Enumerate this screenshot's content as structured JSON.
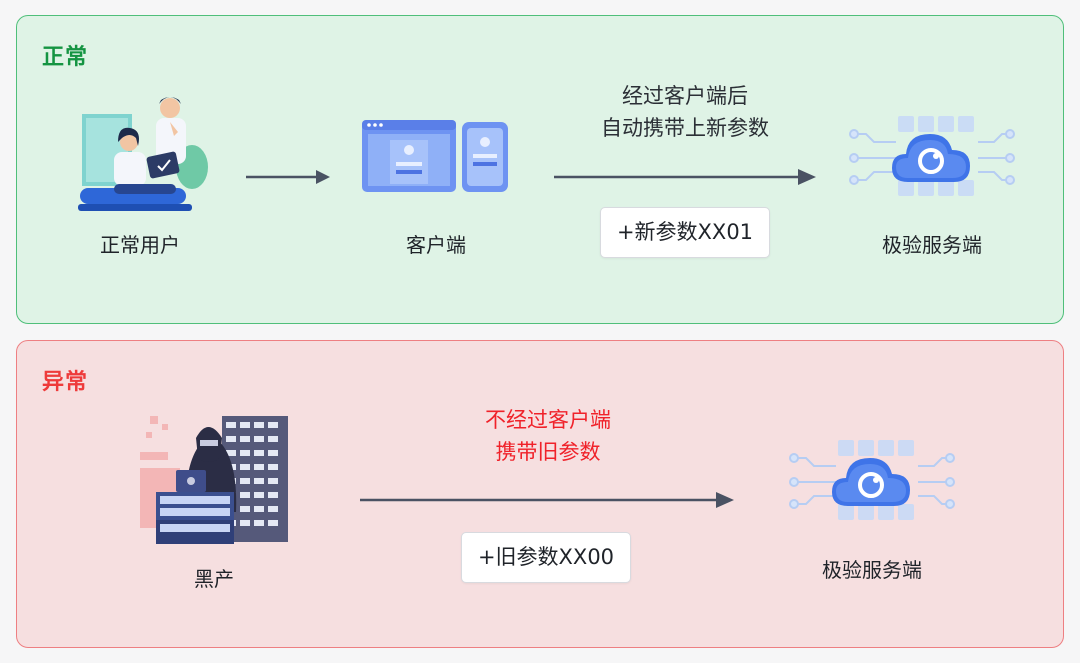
{
  "normal": {
    "title": "正常",
    "user_label": "正常用户",
    "client_label": "客户端",
    "caption_line1": "经过客户端后",
    "caption_line2": "自动携带上新参数",
    "param": "+新参数XX01",
    "server_label": "极验服务端",
    "title_color": "#149442",
    "border_color": "#4fbf7a"
  },
  "abnormal": {
    "title": "异常",
    "attacker_label": "黑产",
    "caption_line1": "不经过客户端",
    "caption_line2": "携带旧参数",
    "param": "+旧参数XX00",
    "server_label": "极验服务端",
    "title_color": "#ee3b3b",
    "border_color": "#ee7f82"
  }
}
